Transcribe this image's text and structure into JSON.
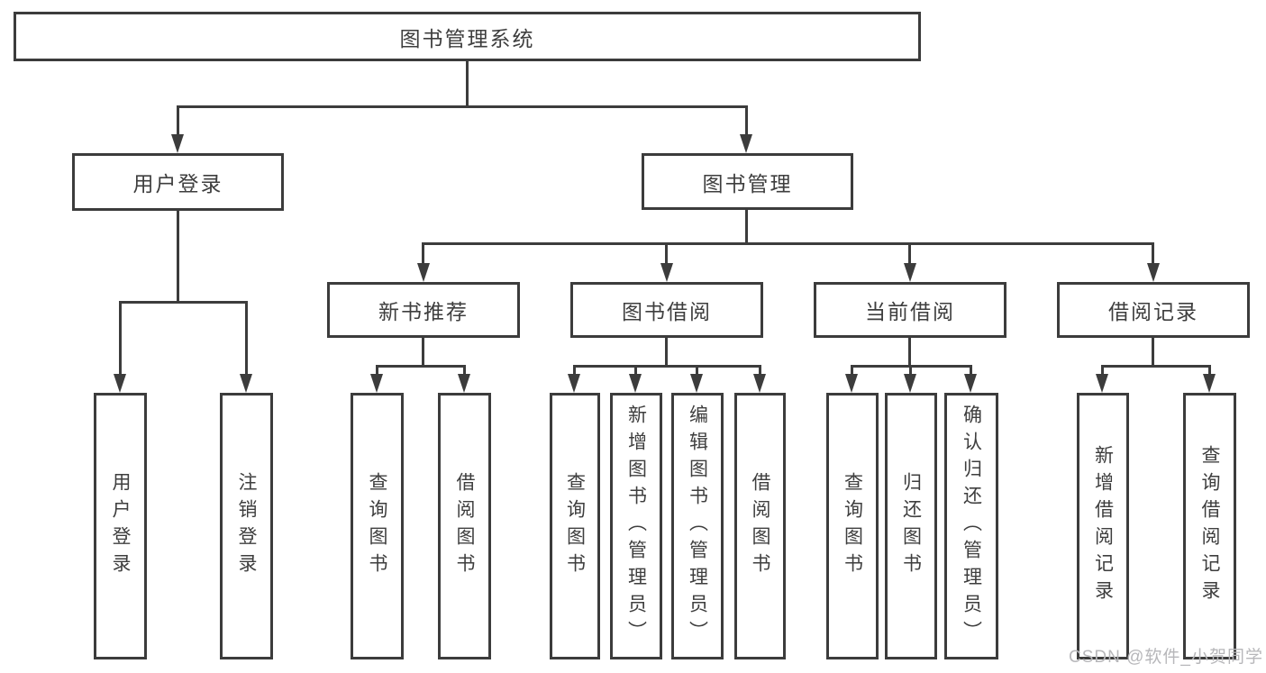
{
  "diagram": {
    "root": "图书管理系统",
    "level2": {
      "user_login": "用户登录",
      "book_mgmt": "图书管理"
    },
    "level3": {
      "new_books": "新书推荐",
      "book_borrow": "图书借阅",
      "current_borrow": "当前借阅",
      "borrow_records": "借阅记录"
    },
    "leaves": {
      "login": [
        "用户登录",
        "注销登录"
      ],
      "new_books": [
        "查询图书",
        "借阅图书"
      ],
      "book_borrow": [
        "查询图书",
        "新增图书（管理员）",
        "编辑图书（管理员）",
        "借阅图书"
      ],
      "current_borrow": [
        "查询图书",
        "归还图书",
        "确认归还（管理员）"
      ],
      "borrow_records": [
        "新增借阅记录",
        "查询借阅记录"
      ]
    }
  },
  "watermark": "CSDN @软件_小贺同学",
  "colors": {
    "line": "#3c3c3c",
    "text": "#3e3e3e",
    "watermark": "#b7b7ba",
    "background": "#ffffff"
  }
}
